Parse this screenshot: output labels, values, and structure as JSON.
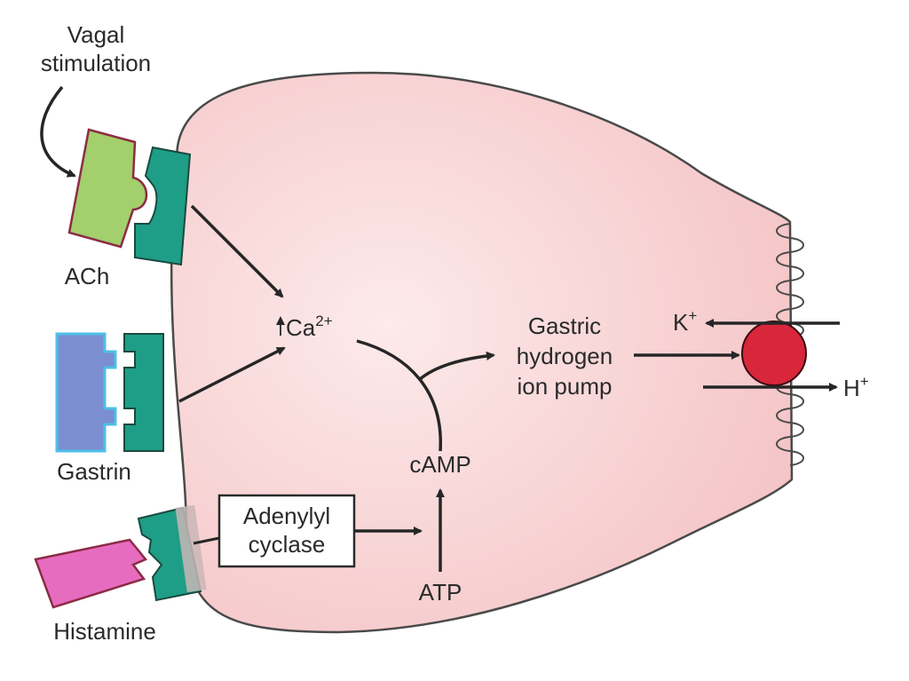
{
  "labels": {
    "vagal_line1": "Vagal",
    "vagal_line2": "stimulation",
    "ach": "ACh",
    "gastrin": "Gastrin",
    "histamine": "Histamine",
    "ca_base": "Ca",
    "ca_sup": "2+",
    "pump_line1": "Gastric",
    "pump_line2": "hydrogen",
    "pump_line3": "ion pump",
    "adenylyl_line1": "Adenylyl",
    "adenylyl_line2": "cyclase",
    "camp": "cAMP",
    "atp": "ATP",
    "k_base": "K",
    "k_sup": "+",
    "h_base": "H",
    "h_sup": "+"
  },
  "colors": {
    "cell_fill": "#f8d0d0",
    "cell_outline": "#4a4a4a",
    "receptor": "#1e9e86",
    "ach_ligand": "#a3cf6c",
    "ach_outline": "#8b2c44",
    "gastrin_ligand": "#7b8ed0",
    "gastrin_outline": "#4dc0ea",
    "histamine_ligand": "#e66cc0",
    "histamine_outline": "#8b2c44",
    "pump": "#d8263a",
    "arrow": "#262626"
  }
}
